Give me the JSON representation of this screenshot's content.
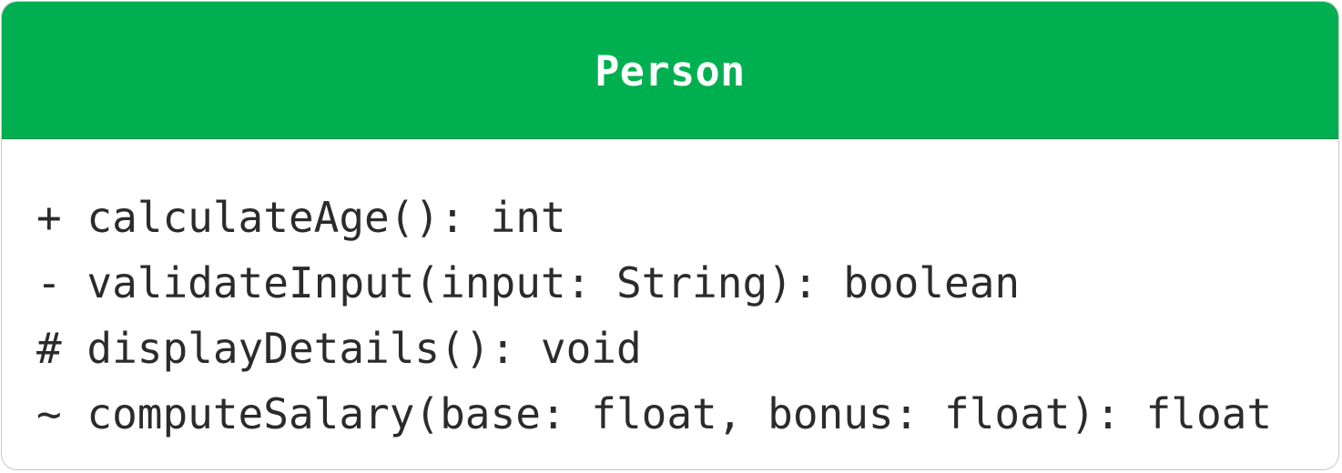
{
  "class": {
    "name": "Person",
    "header_color": "#00b050",
    "methods": [
      "+ calculateAge(): int",
      "- validateInput(input: String): boolean",
      "# displayDetails(): void",
      "~ computeSalary(base: float, bonus: float): float"
    ]
  }
}
